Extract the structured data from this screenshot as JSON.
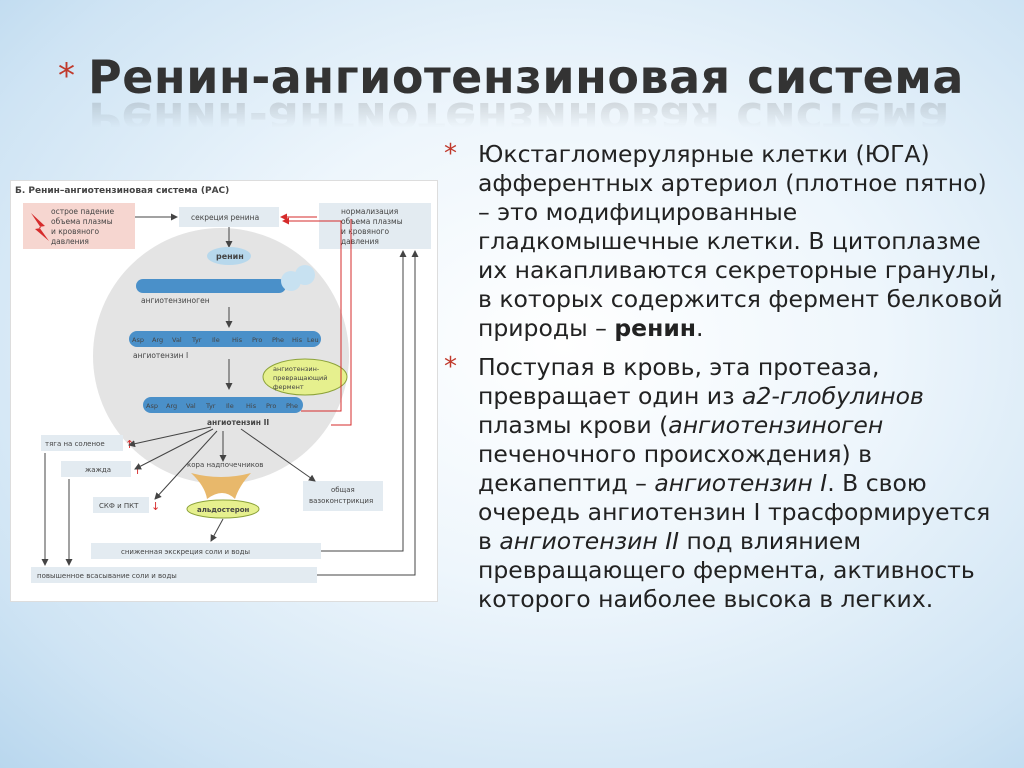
{
  "slide": {
    "title_star": "*",
    "title": "Ренин-ангиотензиновая система",
    "bullet_symbol": "*",
    "p1": {
      "a": "Юкстагломерулярные клетки (ЮГА) афферентных артериол (плотное пятно) – это модифицированные гладкомышечные клетки. В цитоплазме их накапливаются секреторные гранулы, в которых содержится фермент белковой природы – ",
      "b": "ренин",
      "c": "."
    },
    "p2": {
      "a": "Поступая в кровь, эта протеаза, превращает один из ",
      "b": "а2-глобулинов",
      "c": " плазмы крови (",
      "d": "ангиотензиноген",
      "e": " печеночного происхождения) в декапептид – ",
      "f": "ангиотензин I",
      "g": ". В свою очередь ангиотензин I трасформируется в ",
      "h": "ангиотензин II",
      "i": " под влиянием превращающего фермента, активность которого наиболее высока в легких."
    }
  },
  "figure": {
    "heading": "Б. Ренин–ангиотензиновая система (РАС)",
    "box_drop": [
      "острое падение",
      "объема плазмы",
      "и кровяного",
      "давления"
    ],
    "box_secretion": "секреция ренина",
    "box_normal": [
      "нормализация",
      "объема плазмы",
      "и кровяного",
      "давления"
    ],
    "renin": "ренин",
    "angiotensinogen": "ангиотензиноген",
    "angiotensin1": "ангиотензин I",
    "ace": [
      "ангиотензин-",
      "превращающий",
      "фермент"
    ],
    "angiotensin2": "ангиотензин II",
    "thirst": "тяга на соленое",
    "thirst_water": "жажда",
    "cortex": "кора надпочечников",
    "gfr": "СКФ и ПКТ",
    "aldosterone": "альдостерон",
    "vasoconstriction": [
      "общая",
      "вазоконстрикция"
    ],
    "salt_excretion": "сниженная экскреция соли и воды",
    "salt_absorption": "повышенное всасывание соли и воды",
    "aa_a1": [
      "Asp",
      "Arg",
      "Val",
      "Tyr",
      "Ile",
      "His",
      "Pro",
      "Phe"
    ],
    "aa_a1_tail": [
      "His",
      "Leu"
    ],
    "aa_a2": [
      "Asp",
      "Arg",
      "Val",
      "Tyr",
      "Ile",
      "His",
      "Pro",
      "Phe"
    ]
  },
  "colors": {
    "accent_red": "#c0392b",
    "box_fill": "#e3ebf1",
    "arrow_red": "#d62b2b"
  }
}
